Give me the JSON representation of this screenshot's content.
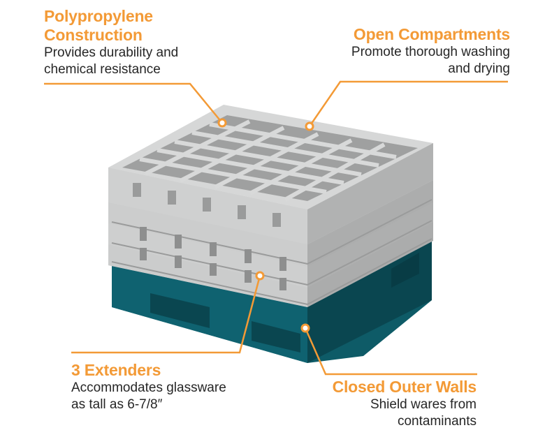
{
  "callouts": [
    {
      "title": "Polypropylene Construction",
      "title_line1": "Polypropylene",
      "title_line2": "Construction",
      "desc_line1": "Provides durability and",
      "desc_line2": "chemical resistance"
    },
    {
      "title": "Open Compartments",
      "desc_line1": "Promote thorough washing",
      "desc_line2": "and drying"
    },
    {
      "title": "3 Extenders",
      "desc_line1": "Accommodates glassware",
      "desc_line2": "as tall as 6-7/8″"
    },
    {
      "title": "Closed Outer Walls",
      "desc_line1": "Shield wares from",
      "desc_line2": "contaminants"
    }
  ],
  "colors": {
    "accent": "#f39a36",
    "text": "#262626",
    "rack_gray": "#c9caca",
    "rack_gray_dark": "#9fa0a0",
    "base_teal": "#0e5b67",
    "base_teal_dark": "#0a4650"
  }
}
